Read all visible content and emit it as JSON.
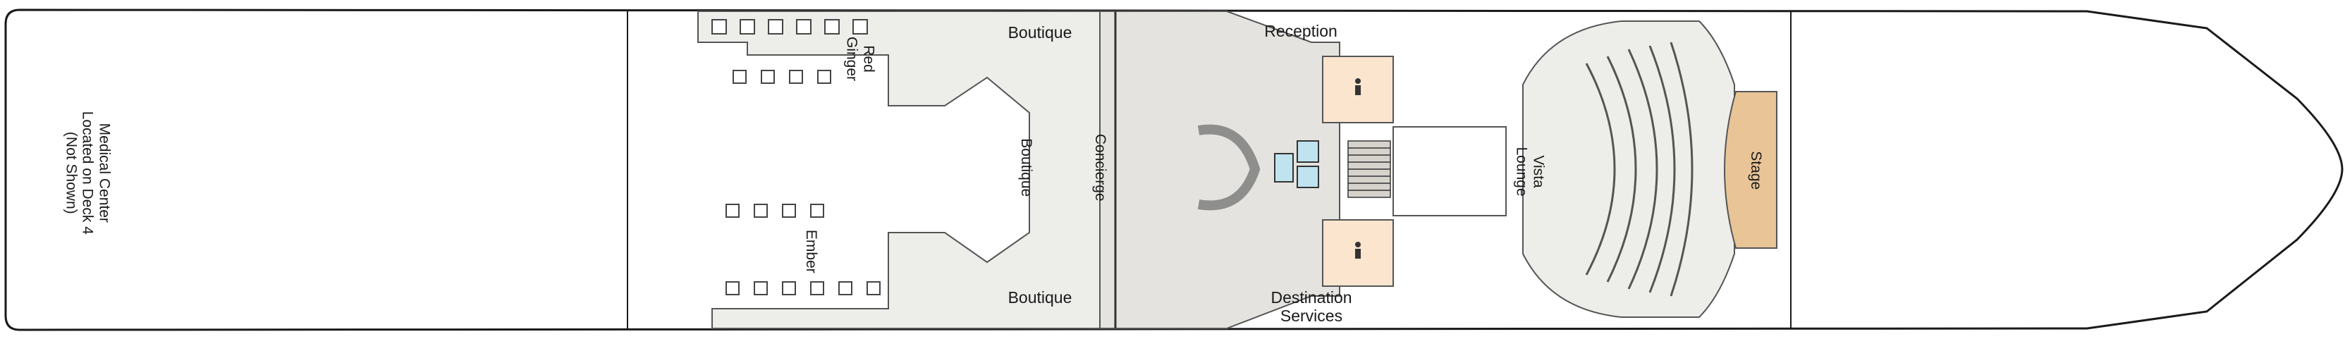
{
  "deck_labels": {
    "medical_center": "Medical Center\nLocated on Deck 4\n(Not Shown)",
    "red_ginger": "Red\nGinger",
    "ember": "Ember",
    "boutique_top": "Boutique",
    "boutique_center": "Boutique",
    "boutique_bottom": "Boutique",
    "concierge": "Concierge",
    "reception": "Reception",
    "destination_services": "Destination\nServices",
    "vista_lounge": "Vista\nLounge",
    "stage": "Stage"
  },
  "colors": {
    "hull_outline": "#1a1a1a",
    "deck_floor": "#ededea",
    "atrium_floor": "#e4e3df",
    "elevator_lobby": "#fbe5cf",
    "stage": "#e8c497",
    "glass_elevator": "#bfe3ef",
    "furniture": "#444444"
  },
  "icons": [
    "restroom-icon",
    "elevator-icon",
    "staircase-icon"
  ]
}
